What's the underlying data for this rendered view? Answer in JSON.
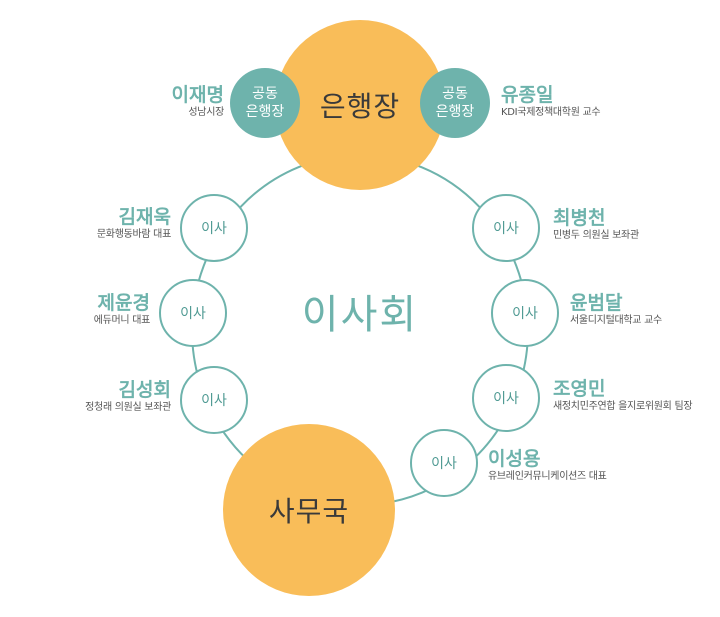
{
  "center_label": "이사회",
  "chair": {
    "label": "은행장"
  },
  "secretariat": {
    "label": "사무국"
  },
  "joint_chairs": [
    {
      "badge_line1": "공동",
      "badge_line2": "은행장",
      "name": "이재명",
      "role": "성남시장"
    },
    {
      "badge_line1": "공동",
      "badge_line2": "은행장",
      "name": "유종일",
      "role": "KDI국제정책대학원 교수"
    }
  ],
  "directors": [
    {
      "badge": "이사",
      "name": "김재욱",
      "role": "문화행동바람 대표"
    },
    {
      "badge": "이사",
      "name": "제윤경",
      "role": "에듀머니 대표"
    },
    {
      "badge": "이사",
      "name": "김성회",
      "role": "정청래 의원실 보좌관"
    },
    {
      "badge": "이사",
      "name": "최병천",
      "role": "민병두 의원실 보좌관"
    },
    {
      "badge": "이사",
      "name": "윤범달",
      "role": "서울디지털대학교 교수"
    },
    {
      "badge": "이사",
      "name": "조영민",
      "role": "새정치민주연합 을지로위원회 팀장"
    },
    {
      "badge": "이사",
      "name": "이성용",
      "role": "유브레인커뮤니케이션즈 대표"
    }
  ],
  "colors": {
    "accent": "#6eb3ac",
    "highlight": "#f9bd59",
    "text": "#555555"
  }
}
